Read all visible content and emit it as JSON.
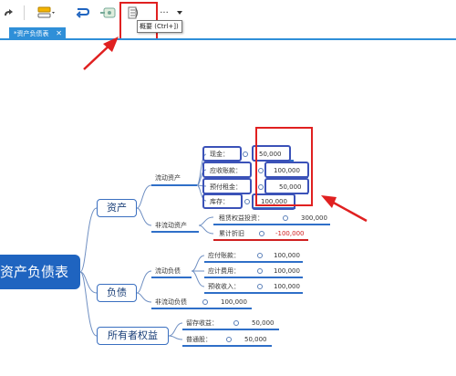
{
  "tab": {
    "title": "*资产负债表",
    "close": "✕"
  },
  "tooltip": {
    "text": "概要 (Ctrl+])"
  },
  "mindmap": {
    "root": "资产负债表",
    "assets": {
      "label": "资产",
      "current_label": "流动资产",
      "current_items": [
        {
          "label": "现金：",
          "value": "50,000"
        },
        {
          "label": "应收账款：",
          "value": "100,000"
        },
        {
          "label": "预付租金：",
          "value": "50,000"
        },
        {
          "label": "库存：",
          "value": "100,000"
        }
      ],
      "noncurrent_label": "非流动资产",
      "noncurrent_items": [
        {
          "label": "租赁权益投资：",
          "value": "300,000"
        },
        {
          "label": "累计折旧",
          "value": "-100,000"
        }
      ]
    },
    "liabilities": {
      "label": "负债",
      "current_label": "流动负债",
      "current_items": [
        {
          "label": "应付账款：",
          "value": "100,000"
        },
        {
          "label": "应计费用：",
          "value": "100,000"
        },
        {
          "label": "预收收入：",
          "value": "100,000"
        }
      ],
      "noncurrent_label": "非流动负债",
      "noncurrent_value": "100,000"
    },
    "equity": {
      "label": "所有者权益",
      "items": [
        {
          "label": "留存收益：",
          "value": "50,000"
        },
        {
          "label": "普通股：",
          "value": "50,000"
        }
      ]
    }
  },
  "colors": {
    "accent": "#2f8fd8",
    "root": "#1f64c0",
    "highlight": "#3b52b8",
    "annotation": "#e02020"
  }
}
